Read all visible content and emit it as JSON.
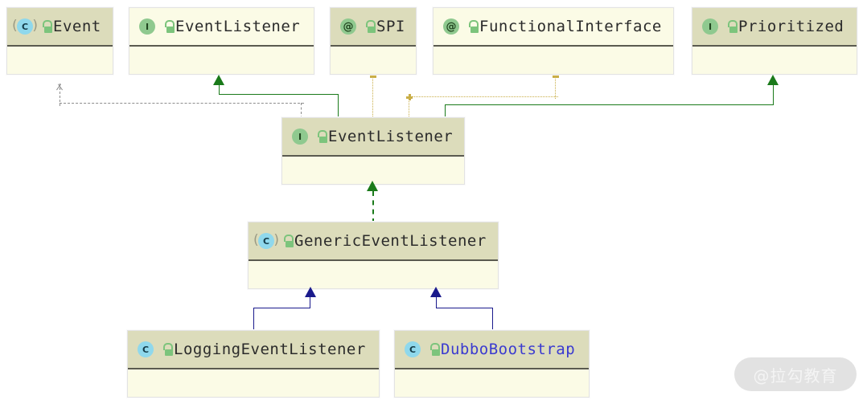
{
  "diagram": {
    "type": "uml-class-diagram",
    "background": "#ffffff",
    "colors": {
      "header_dark": "#dcdcbb",
      "header_light": "#fbfbe6",
      "body": "#fbfbe6",
      "dependency": "#8d8d8d",
      "realization": "#1a7a1a",
      "annotation": "#c9ae47",
      "inheritance": "#1a1a8c",
      "selected_text": "#3a3ad0"
    }
  },
  "nodes": [
    {
      "id": "event",
      "name": "Event",
      "kind": "abstract-class",
      "badge": "C",
      "header": "dark",
      "selected": false
    },
    {
      "id": "event_listener_top",
      "name": "EventListener",
      "kind": "interface",
      "badge": "I",
      "header": "light",
      "selected": false
    },
    {
      "id": "spi",
      "name": "SPI",
      "kind": "annotation",
      "badge": "@",
      "header": "dark",
      "selected": false
    },
    {
      "id": "functional_iface",
      "name": "FunctionalInterface",
      "kind": "annotation",
      "badge": "@",
      "header": "light",
      "selected": false
    },
    {
      "id": "prioritized",
      "name": "Prioritized",
      "kind": "interface",
      "badge": "I",
      "header": "dark",
      "selected": false
    },
    {
      "id": "event_listener_mid",
      "name": "EventListener",
      "kind": "interface",
      "badge": "I",
      "header": "dark",
      "selected": false
    },
    {
      "id": "generic_listener",
      "name": "GenericEventListener",
      "kind": "abstract-class",
      "badge": "C",
      "header": "dark",
      "selected": false
    },
    {
      "id": "logging_listener",
      "name": "LoggingEventListener",
      "kind": "class",
      "badge": "C",
      "header": "dark",
      "selected": false
    },
    {
      "id": "dubbo_bootstrap",
      "name": "DubboBootstrap",
      "kind": "class",
      "badge": "C",
      "header": "dark",
      "selected": true
    }
  ],
  "edges": [
    {
      "id": "e1",
      "from": "event_listener_mid",
      "to": "event",
      "style": "dependency",
      "label": ""
    },
    {
      "id": "e2",
      "from": "event_listener_mid",
      "to": "event_listener_top",
      "style": "realization",
      "label": ""
    },
    {
      "id": "e3",
      "from": "event_listener_mid",
      "to": "prioritized",
      "style": "realization",
      "label": ""
    },
    {
      "id": "e4",
      "from": "spi",
      "to": "event_listener_mid",
      "style": "annotation",
      "label": ""
    },
    {
      "id": "e5",
      "from": "functional_iface",
      "to": "event_listener_mid",
      "style": "annotation",
      "label": ""
    },
    {
      "id": "e6",
      "from": "generic_listener",
      "to": "event_listener_mid",
      "style": "realization-dashed",
      "label": ""
    },
    {
      "id": "e7",
      "from": "logging_listener",
      "to": "generic_listener",
      "style": "inheritance",
      "label": ""
    },
    {
      "id": "e8",
      "from": "dubbo_bootstrap",
      "to": "generic_listener",
      "style": "inheritance",
      "label": ""
    }
  ],
  "watermark": {
    "text": "@拉勾教育"
  }
}
